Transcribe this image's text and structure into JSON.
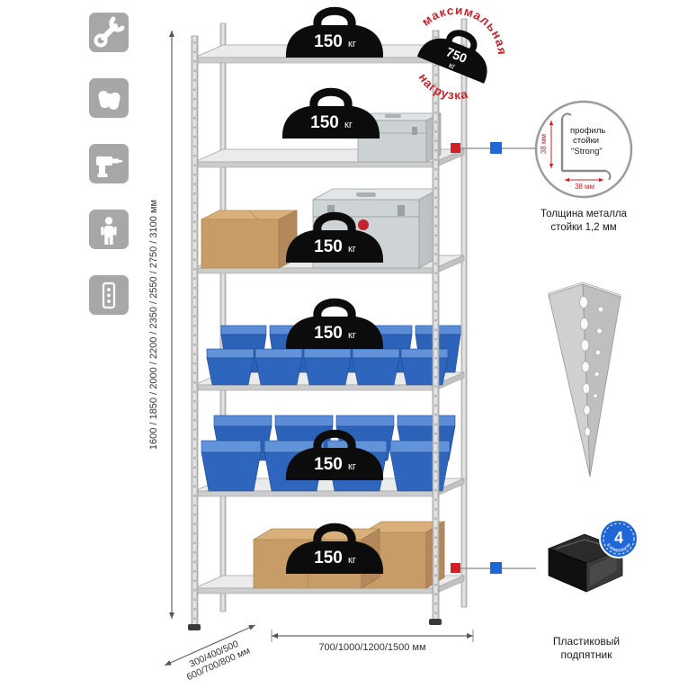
{
  "features": {
    "icons": [
      "wrench-icon",
      "gloves-icon",
      "drill-icon",
      "person-icon",
      "rack-post-icon"
    ]
  },
  "dimensions": {
    "height": "1600 / 1850 / 2000 / 2200 / 2350 / 2550 / 2750 / 3100 мм",
    "width": "700/1000/1200/1500 мм",
    "depth_line1": "300/400/500",
    "depth_line2": "600/700/800 мм"
  },
  "shelves": {
    "count": 6,
    "weights": [
      {
        "value": "150",
        "unit": "кг"
      },
      {
        "value": "150",
        "unit": "кг"
      },
      {
        "value": "150",
        "unit": "кг"
      },
      {
        "value": "150",
        "unit": "кг"
      },
      {
        "value": "150",
        "unit": "кг"
      },
      {
        "value": "150",
        "unit": "кг"
      }
    ]
  },
  "stamp": {
    "arc_top": "максимальная",
    "arc_bottom": "нагрузка",
    "value": "750",
    "unit": "кг"
  },
  "profile": {
    "line1": "профиль",
    "line2": "стойки",
    "line3": "\"Strong\"",
    "dim_vertical": "38 мм",
    "dim_horizontal": "38 мм",
    "caption_line1": "Толщина металла",
    "caption_line2": "стойки 1,2 мм"
  },
  "foot": {
    "badge_value": "4",
    "badge_text": "в комплекте",
    "caption_line1": "Пластиковый",
    "caption_line2": "подпятник"
  },
  "colors": {
    "red": "#cc2229",
    "blue": "#1f66d6",
    "metal_light": "#ebebeb",
    "metal_mid": "#cfcfcf",
    "bin_blue": "#2c62b8",
    "box_brown": "#c89c66"
  }
}
